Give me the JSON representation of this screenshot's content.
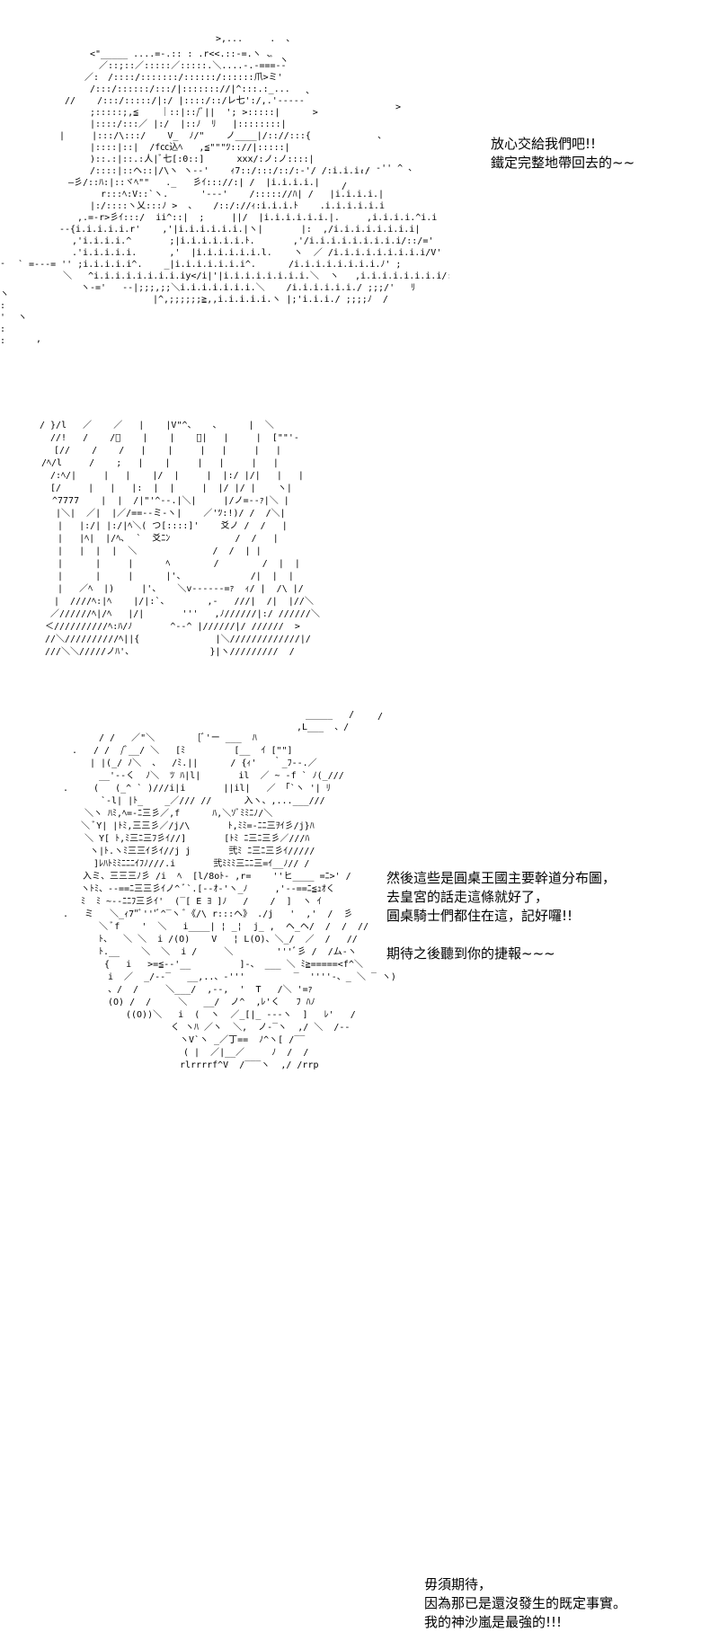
{
  "panels": [
    {
      "art_subject": "character shading eyes with hand",
      "dialogue": [
        "放心交給我們吧!!",
        "鐵定完整地帶回去的~~"
      ]
    },
    {
      "art_subject": "character with bangs smiling",
      "dialogue": [
        "然後這些是圓桌王國主要幹道分布圖，",
        "去皇宮的話走這條就好了，",
        "圓桌騎士們都住在這，記好囉!!"
      ],
      "dialogue_after_gap": [
        "期待之後聽到你的捷報~~~"
      ]
    },
    {
      "art_subject": "creature with long ears and three eyes",
      "dialogue": [
        "毋須期待，",
        "因為那已是還沒發生的既定事實。",
        "我的神沙嵐是最強的!!!"
      ]
    }
  ]
}
